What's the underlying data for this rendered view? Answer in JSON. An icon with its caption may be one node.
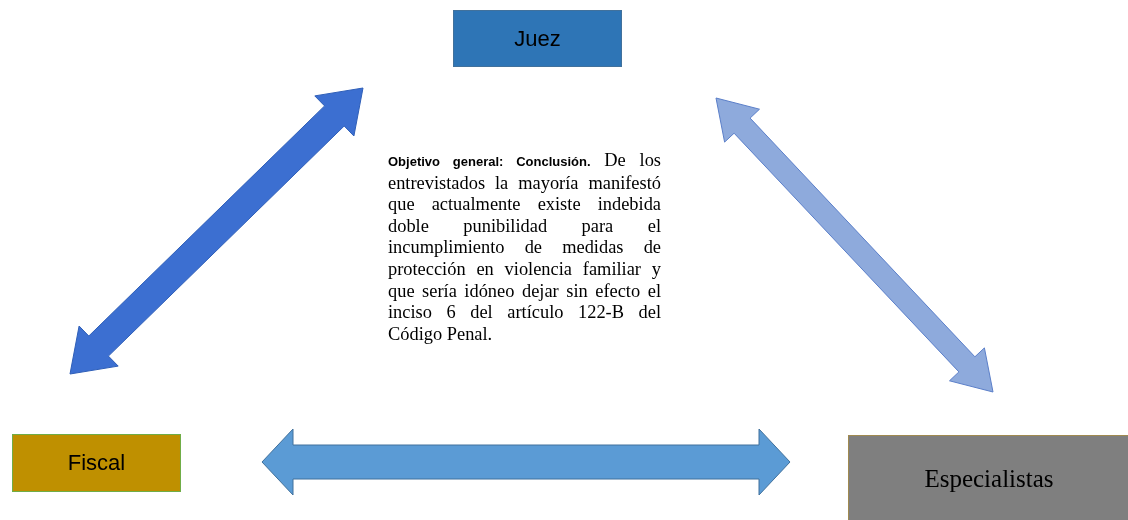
{
  "diagram": {
    "nodes": [
      {
        "text": [
          "Juez"
        ]
      },
      {
        "text": [
          "Fiscal"
        ]
      },
      {
        "text": [
          "Especialistas"
        ]
      }
    ],
    "edges": [
      {
        "from": 0,
        "to": 1,
        "arrow": "both",
        "style": "thick",
        "color": "#3c6fd1"
      },
      {
        "from": 0,
        "to": 2,
        "arrow": "both",
        "style": "thick",
        "color": "#8eaadc"
      },
      {
        "from": 1,
        "to": 2,
        "arrow": "both",
        "style": "thick",
        "color": "#5b9bd5"
      }
    ],
    "labels": [
      "**Objetivo general: Conclusión.** De los entrevistados la mayoría manifestó que actualmente existe indebida doble punibilidad para el incumplimiento de medidas de protección en violencia familiar y que sería idóneo dejar sin efecto el inciso 6 del artículo 122-B del Código Penal."
    ]
  }
}
